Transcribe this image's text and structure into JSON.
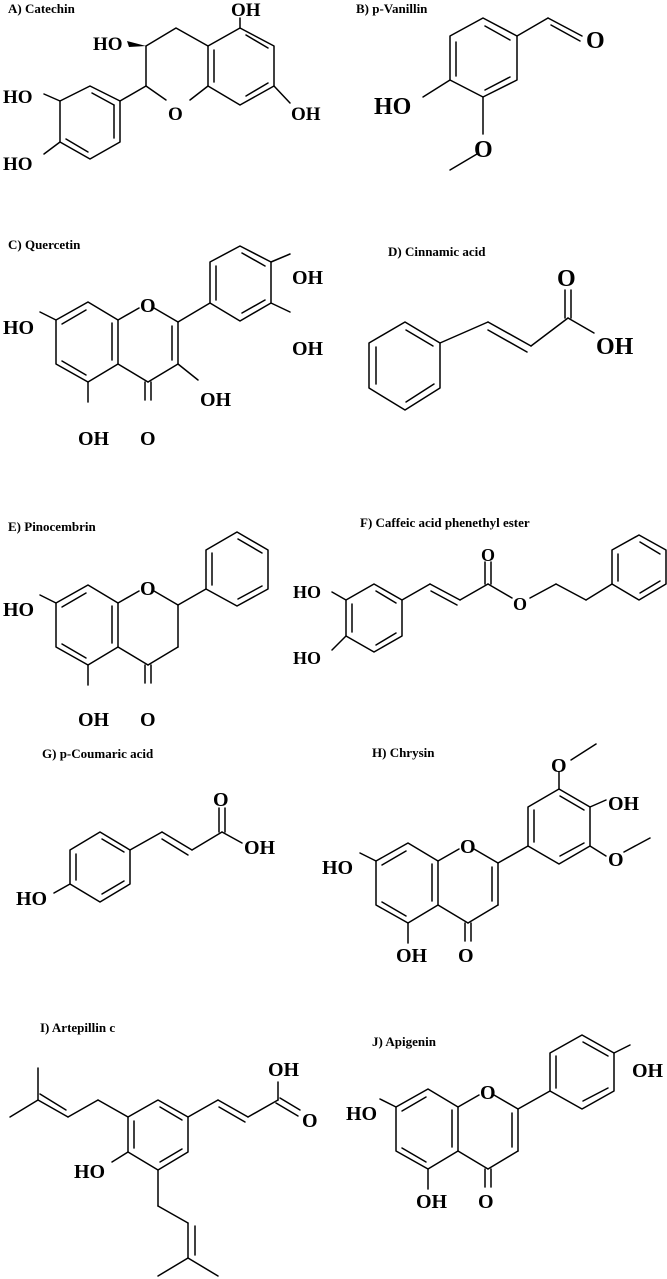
{
  "compounds": [
    {
      "key": "a",
      "title": "A) Catechin",
      "labels": {
        "oh_top": "OH",
        "oh_3": "HO",
        "o_ring": "O",
        "oh_7": "OH",
        "oh_3p": "HO",
        "oh_4p": "HO"
      }
    },
    {
      "key": "b",
      "title": "B) p-Vanillin",
      "labels": {
        "o_ald": "O",
        "oh": "HO",
        "o_me": "O"
      }
    },
    {
      "key": "c",
      "title": "C) Quercetin",
      "labels": {
        "oh_4p": "OH",
        "oh_3p": "OH",
        "oh_7": "HO",
        "o_ring": "O",
        "oh_3": "OH",
        "oh_5": "OH",
        "o_keto": "O"
      }
    },
    {
      "key": "d",
      "title": "D) Cinnamic acid",
      "labels": {
        "o_keto": "O",
        "oh": "OH"
      }
    },
    {
      "key": "e",
      "title": "E) Pinocembrin",
      "labels": {
        "oh_7": "HO",
        "o_ring": "O",
        "oh_5": "OH",
        "o_keto": "O"
      }
    },
    {
      "key": "f",
      "title": "F) Caffeic acid phenethyl ester",
      "labels": {
        "oh_3": "HO",
        "oh_4": "HO",
        "o_keto": "O",
        "o_ester": "O"
      }
    },
    {
      "key": "g",
      "title": "G) p-Coumaric acid",
      "labels": {
        "o_keto": "O",
        "oh_acid": "OH",
        "oh_4": "HO"
      }
    },
    {
      "key": "h",
      "title": "H) Chrysin",
      "labels": {
        "o_me_top": "O",
        "oh_4p": "OH",
        "o_me_bot": "O",
        "oh_7": "HO",
        "o_ring": "O",
        "oh_5": "OH",
        "o_keto": "O"
      }
    },
    {
      "key": "i",
      "title": "I) Artepillin c",
      "labels": {
        "oh_acid": "OH",
        "o_keto": "O",
        "oh_4": "HO"
      }
    },
    {
      "key": "j",
      "title": "J) Apigenin",
      "labels": {
        "oh_4p": "OH",
        "oh_7": "HO",
        "o_ring": "O",
        "oh_5": "OH",
        "o_keto": "O"
      }
    }
  ]
}
